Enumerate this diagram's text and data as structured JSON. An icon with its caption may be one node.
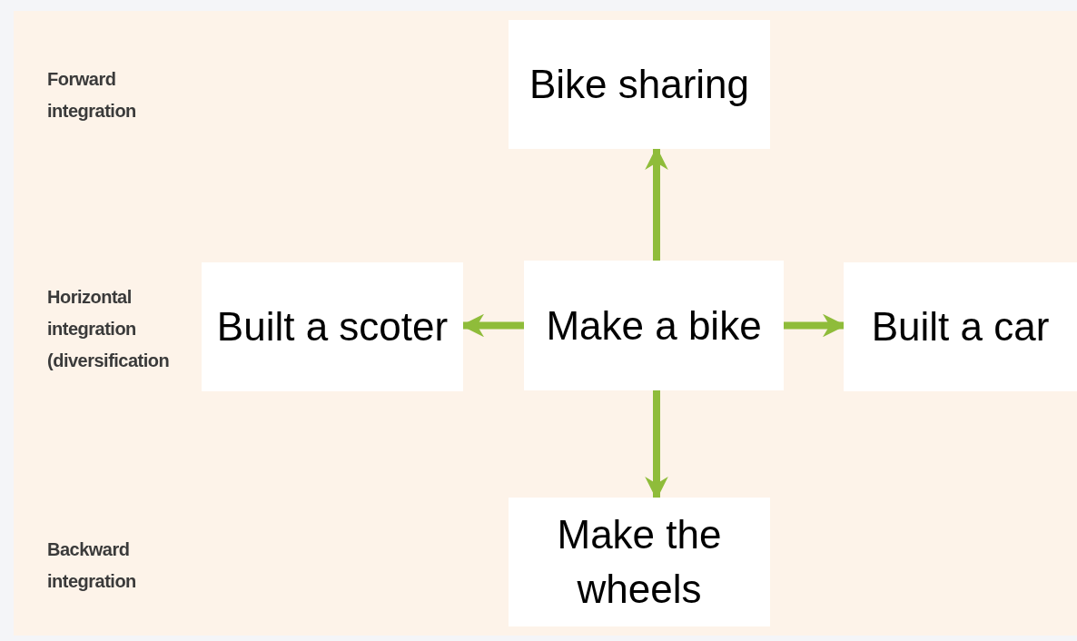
{
  "diagram": {
    "nodes": [
      {
        "text": [
          "Bike sharing"
        ]
      },
      {
        "text": [
          "Built a scoter"
        ]
      },
      {
        "text": [
          "Make a bike"
        ]
      },
      {
        "text": [
          "Built a car"
        ]
      },
      {
        "text": [
          "Make the wheels"
        ]
      }
    ],
    "edges": [
      {
        "from": 2,
        "to": 0,
        "arrow": "to"
      },
      {
        "from": 2,
        "to": 1,
        "arrow": "to"
      },
      {
        "from": 2,
        "to": 3,
        "arrow": "to"
      },
      {
        "from": 2,
        "to": 4,
        "arrow": "to"
      }
    ],
    "labels": [
      "Forward integration",
      "Horizontal integration (diversification",
      "Backward integration"
    ]
  }
}
